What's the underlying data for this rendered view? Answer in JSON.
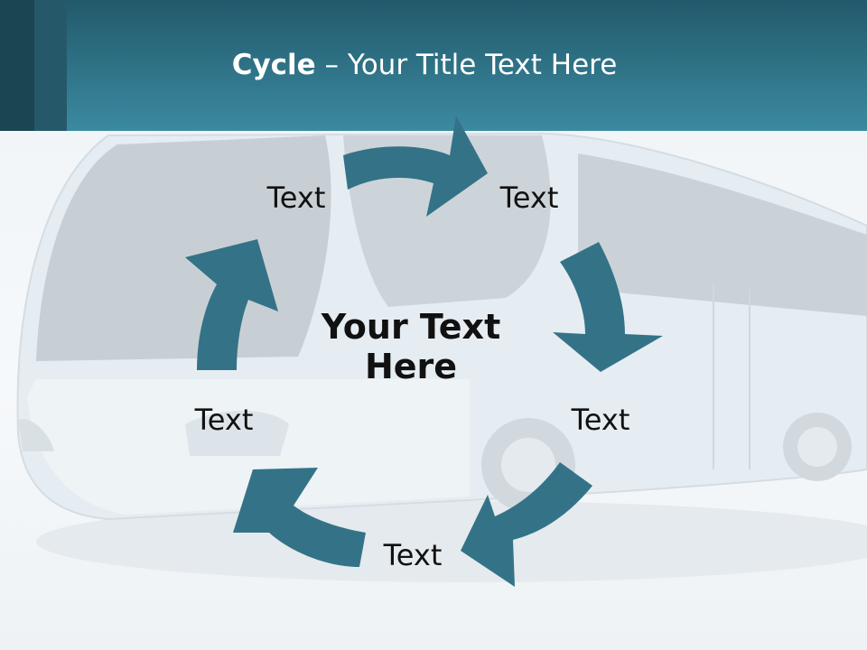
{
  "slide": {
    "title_bold": "Cycle",
    "title_rest": " – Your Title Text Here",
    "center_text": "Your Text Here"
  },
  "cycle": {
    "nodes": [
      {
        "label": "Text"
      },
      {
        "label": "Text"
      },
      {
        "label": "Text"
      },
      {
        "label": "Text"
      },
      {
        "label": "Text"
      }
    ]
  },
  "colors": {
    "header_top": "#22596b",
    "header_bottom": "#3b8aa0",
    "arrow": "#347387",
    "text": "#111111"
  }
}
